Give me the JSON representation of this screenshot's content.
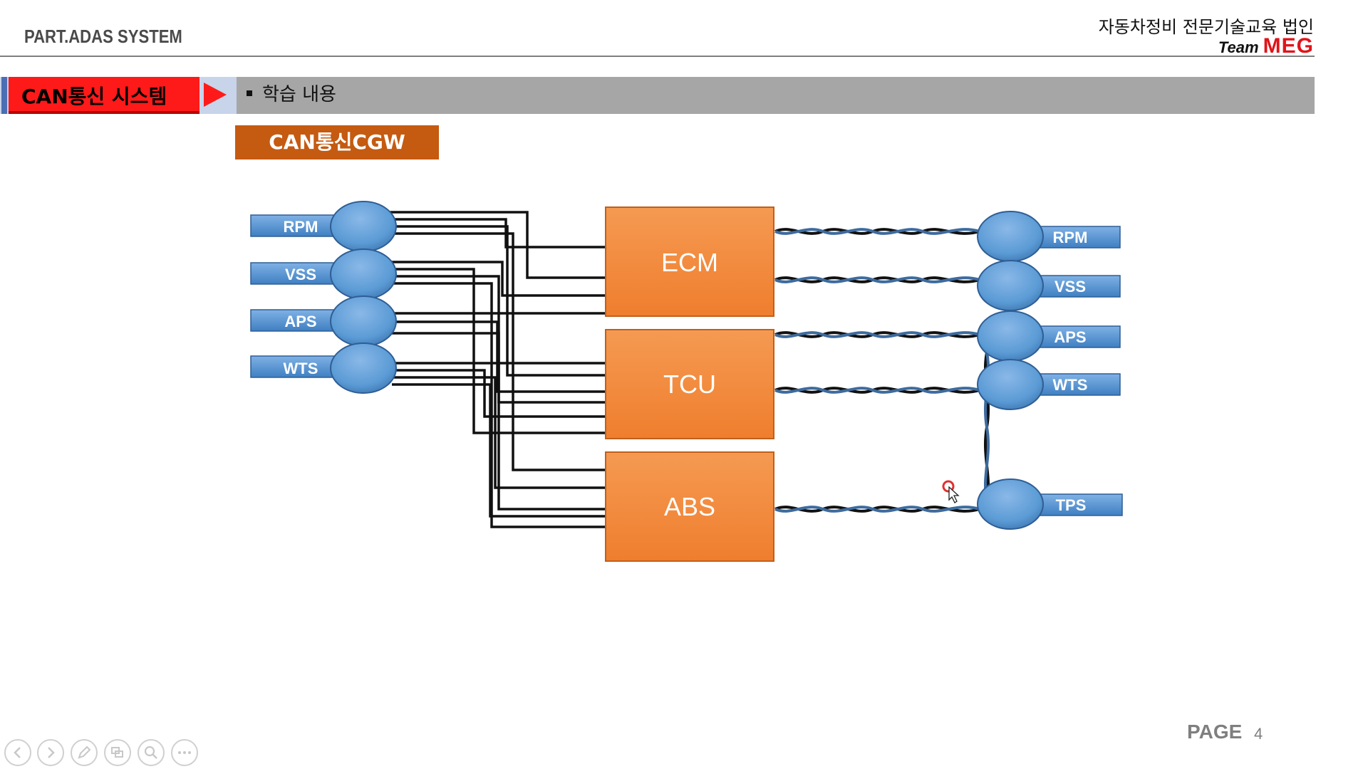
{
  "header": {
    "part_title": "PART.ADAS SYSTEM",
    "organization": "자동차정비 전문기술교육 법인",
    "team_prefix": "Team",
    "team_name": "MEG"
  },
  "section": {
    "title": "CAN통신 시스템",
    "subtitle": "학습 내용"
  },
  "topic": {
    "label": "CAN통신CGW"
  },
  "diagram": {
    "left_sensors": [
      "RPM",
      "VSS",
      "APS",
      "WTS"
    ],
    "modules": [
      "ECM",
      "TCU",
      "ABS"
    ],
    "right_sensors": [
      "RPM",
      "VSS",
      "APS",
      "WTS",
      "TPS"
    ]
  },
  "footer": {
    "page_label": "PAGE",
    "page_number": "4"
  },
  "navigation": {
    "icons": [
      "previous-icon",
      "next-icon",
      "pen-icon",
      "slides-icon",
      "zoom-icon",
      "more-icon"
    ]
  },
  "colors": {
    "section_red": "#ff1a1a",
    "topic_orange": "#c55a11",
    "module_orange": "#f4883a",
    "sensor_blue": "#5b9bd5",
    "bar_gray": "#a6a6a6"
  }
}
